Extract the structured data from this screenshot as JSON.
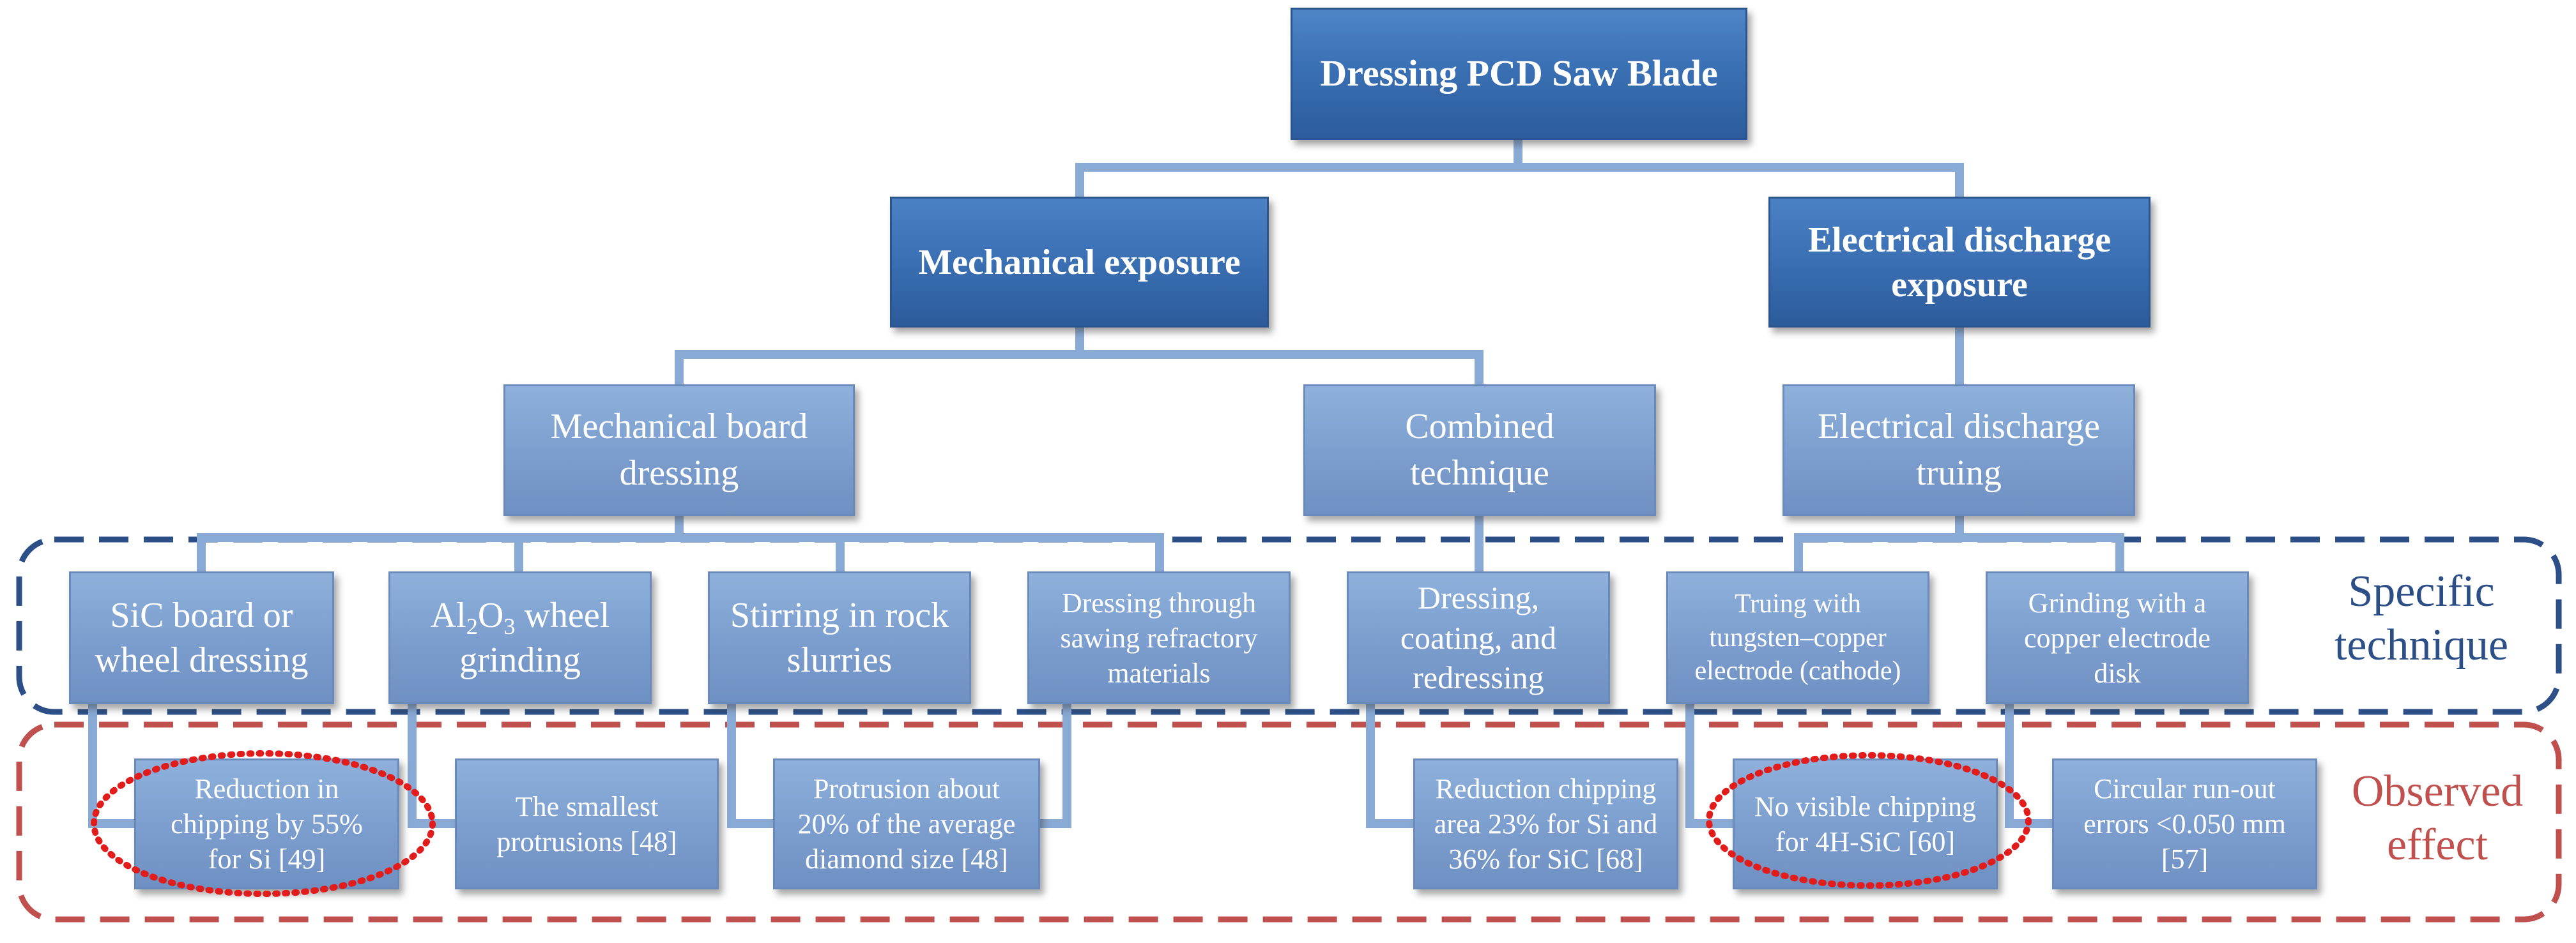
{
  "colors": {
    "dark_blue_box": "#3a70b4",
    "light_blue_box": "#7d9fcf",
    "connector": "#8aaad6",
    "specific_frame": "#2b4f86",
    "observed_frame": "#c0504d",
    "highlight_ellipse": "#e21b1b"
  },
  "root": {
    "label": "Dressing PCD Saw Blade"
  },
  "level1": {
    "mechanical": "Mechanical exposure",
    "electrical": "Electrical discharge\nexposure"
  },
  "level2": {
    "board": "Mechanical board\ndressing",
    "combined": "Combined\ntechnique",
    "truing": "Electrical discharge\ntruing"
  },
  "techniques": {
    "sic_board": "SiC board or\nwheel dressing",
    "al2o3_prefix": "Al",
    "al2o3_sub1": "2",
    "al2o3_mid": "O",
    "al2o3_sub2": "3",
    "al2o3_suffix": " wheel",
    "al2o3_line2": "grinding",
    "stirring": "Stirring in rock\nslurries",
    "refractory": "Dressing through\nsawing refractory\nmaterials",
    "coating": "Dressing,\ncoating, and\nredressing",
    "tungsten": "Truing with\ntungsten–copper\nelectrode (cathode)",
    "copper_disk": "Grinding  with a\ncopper electrode\ndisk"
  },
  "effects": {
    "e1": "Reduction in\nchipping by 55%\nfor Si [49]",
    "e2": "The smallest\nprotrusions [48]",
    "e3": "Protrusion about\n20% of the average\ndiamond size [48]",
    "e4": "Reduction chipping\narea 23% for Si and\n36% for SiC [68]",
    "e5": "No visible chipping\nfor 4H-SiC [60]",
    "e6": "Circular run-out\nerrors <0.050 mm\n[57]"
  },
  "group_labels": {
    "specific": "Specific\ntechnique",
    "observed": "Observed\neffect"
  }
}
